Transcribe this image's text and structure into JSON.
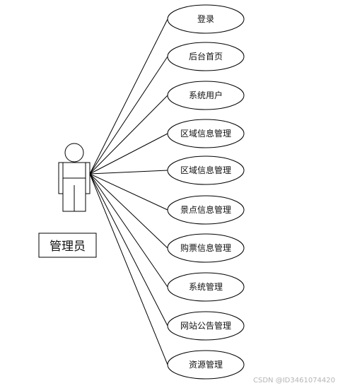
{
  "actor": {
    "label": "管理员"
  },
  "use_cases": [
    {
      "label": "登录"
    },
    {
      "label": "后台首页"
    },
    {
      "label": "系统用户"
    },
    {
      "label": "区域信息管理"
    },
    {
      "label": "区域信息管理"
    },
    {
      "label": "景点信息管理"
    },
    {
      "label": "购票信息管理"
    },
    {
      "label": "系统管理"
    },
    {
      "label": "网站公告管理"
    },
    {
      "label": "资源管理"
    }
  ],
  "watermark": "CSDN @ID3461074420"
}
